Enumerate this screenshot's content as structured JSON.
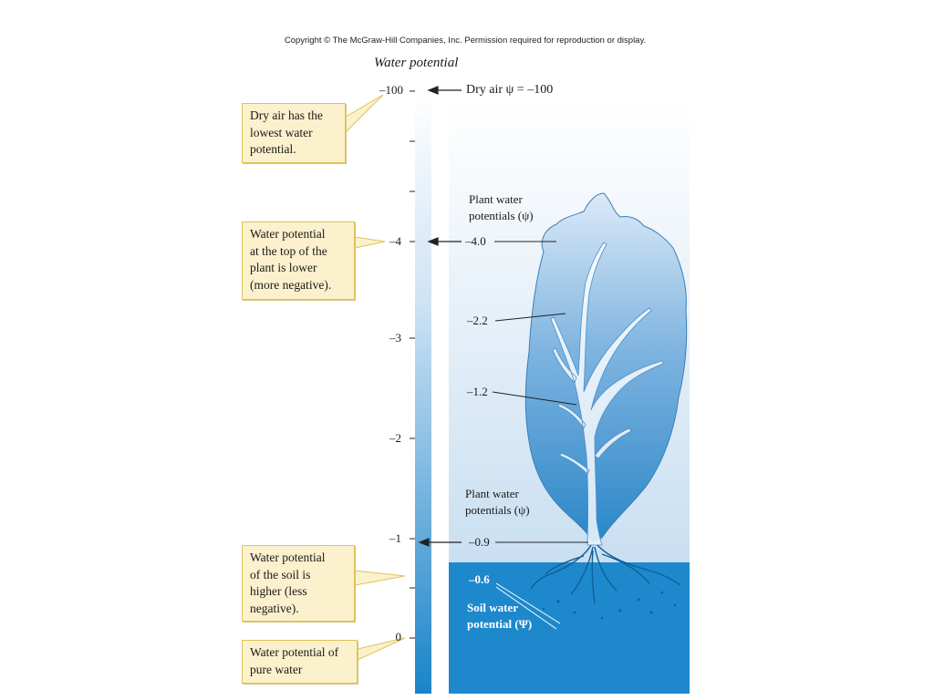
{
  "header": {
    "copyright": "Copyright © The McGraw-Hill Companies, Inc. Permission required for reproduction or display."
  },
  "axis": {
    "title": "Water potential",
    "ticks": [
      "–100",
      "–4",
      "–3",
      "–2",
      "–1",
      "0"
    ]
  },
  "callouts": {
    "dry_air": "Dry air has the\nlowest water\npotential.",
    "top_plant": "Water potential\nat the top of the\nplant is lower\n(more negative).",
    "soil": "Water potential\nof the soil is\nhigher (less\nnegative).",
    "pure_water": "Water potential of\npure water"
  },
  "labels": {
    "dry_air_psi": "Dry air ψ = –100",
    "plant_potentials_top": "Plant water\npotentials (ψ)",
    "plant_potentials_bottom": "Plant water\npotentials (ψ)",
    "v_top": "–4.0",
    "v_upper": "–2.2",
    "v_mid": "–1.2",
    "v_base": "–0.9",
    "v_soil": "–0.6",
    "soil_water": "Soil water\npotential (Ψ)"
  },
  "colors": {
    "bar_top": "#ffffff",
    "bar_bottom": "#1a84c8",
    "sky_top": "#ffffff",
    "sky_bottom": "#cfe3f3",
    "soil": "#1e88cc",
    "tree_light": "#d9e9f7",
    "tree_dark": "#2a87c8",
    "callout_fill": "#fbf1cd",
    "callout_border": "#e2c255"
  }
}
